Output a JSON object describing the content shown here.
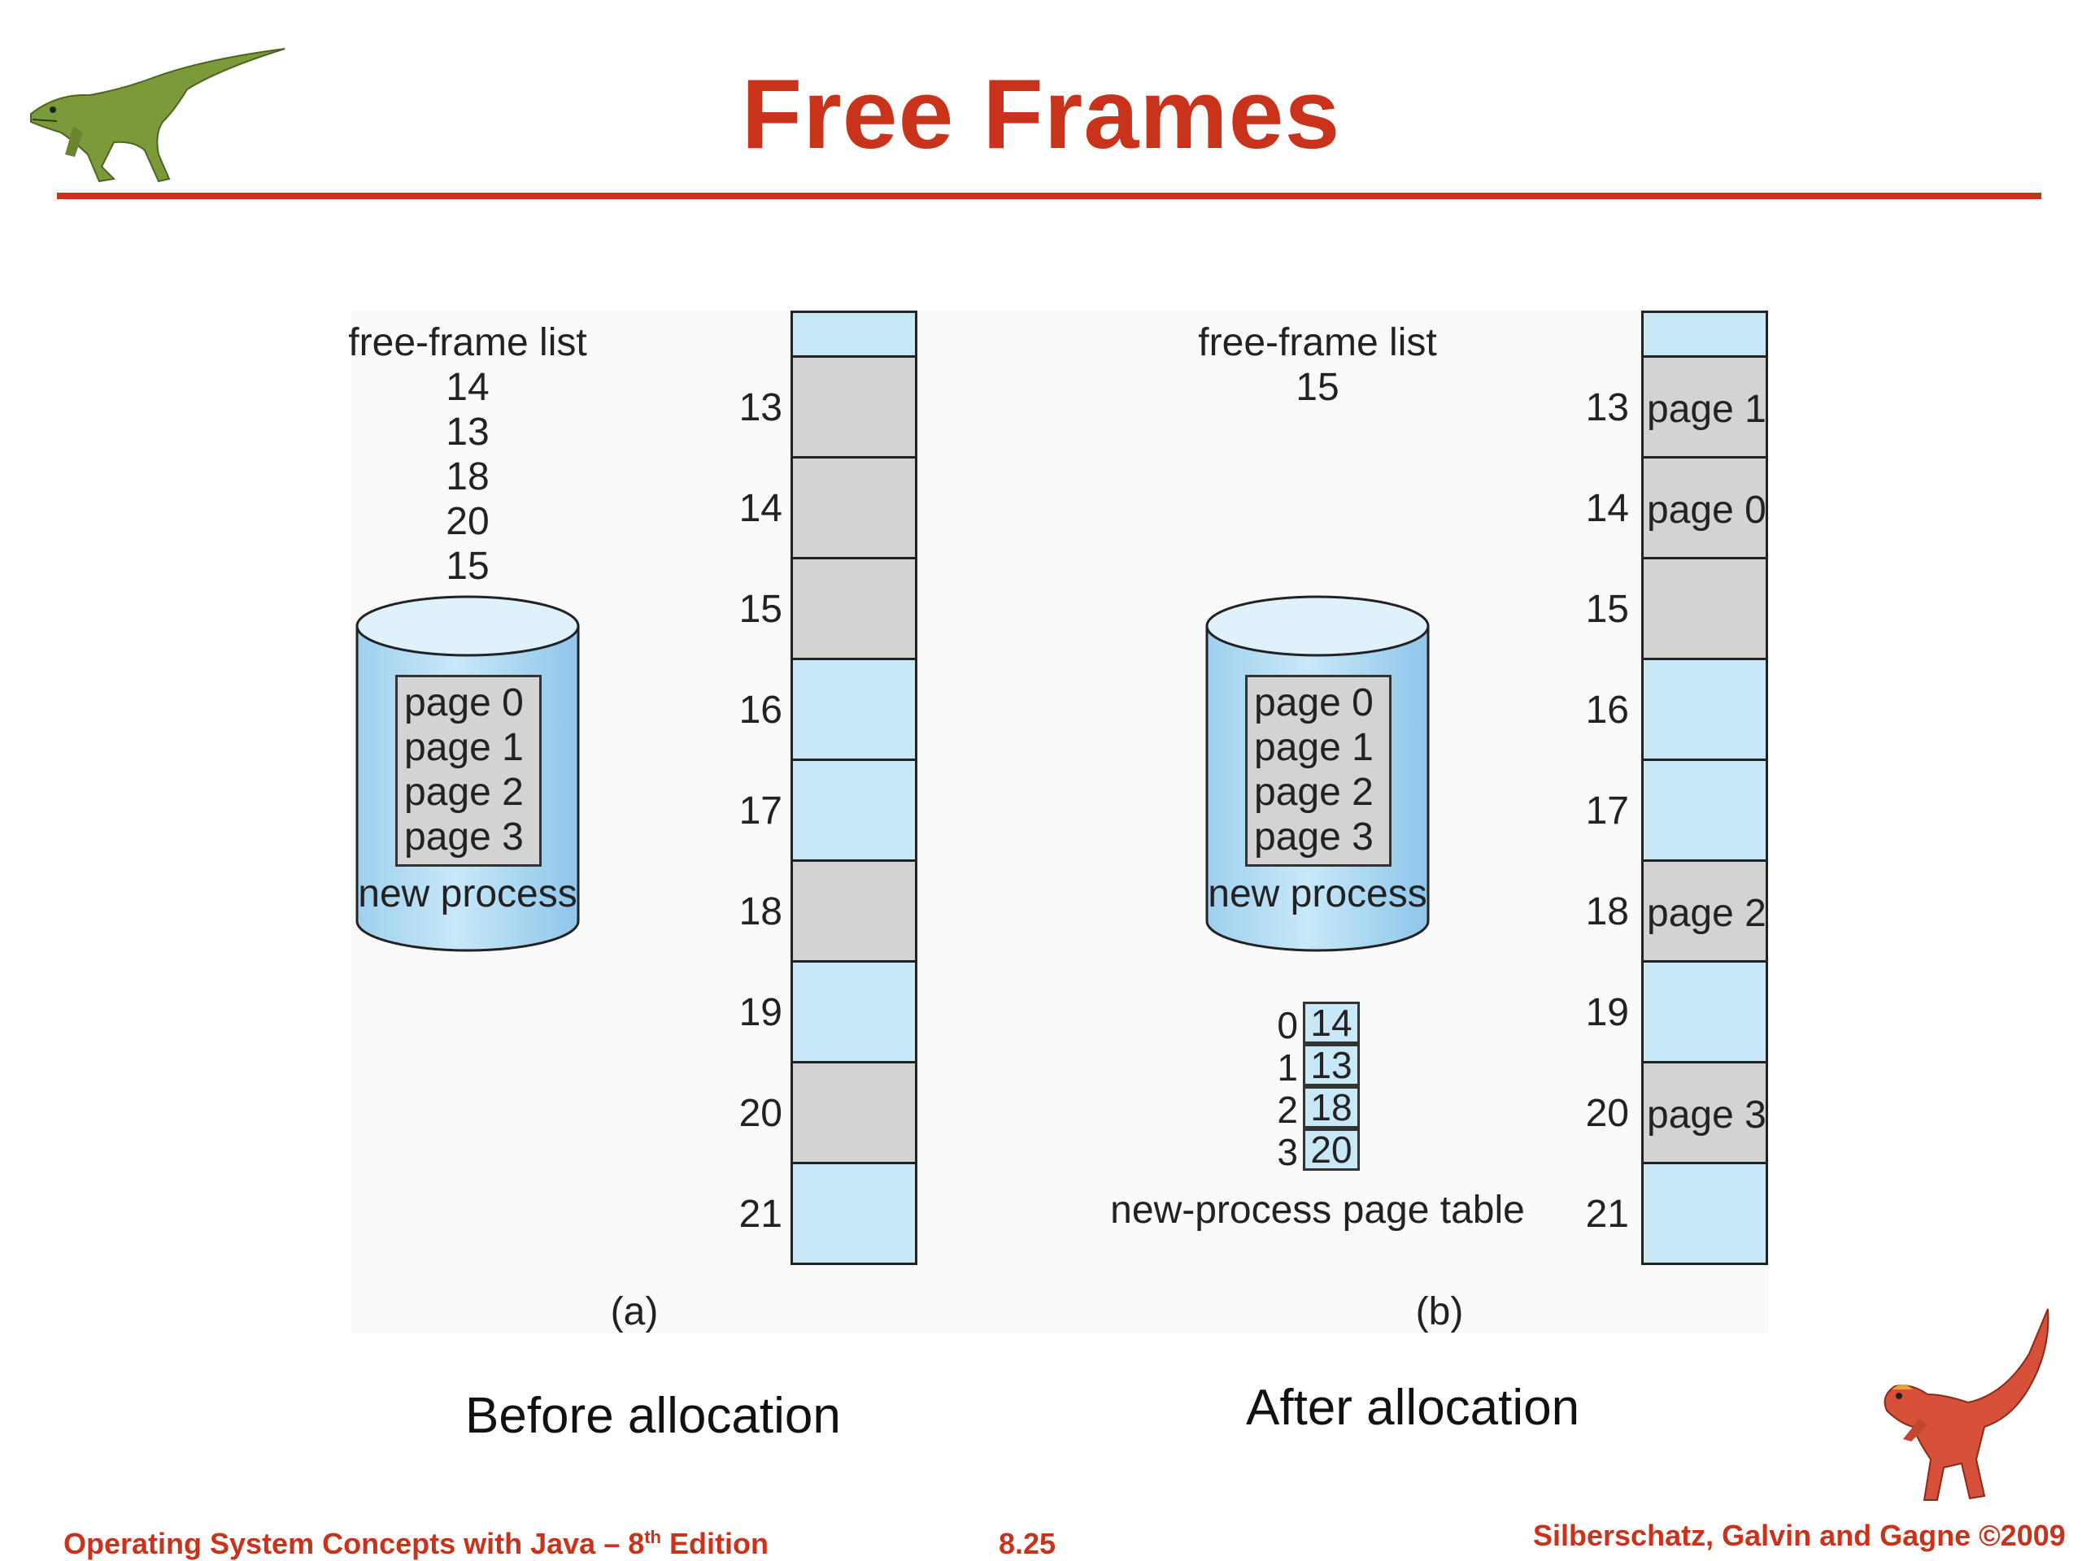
{
  "slide": {
    "title": "Free Frames",
    "caption_before": "Before allocation",
    "caption_after": "After allocation",
    "footer_left_main": "Operating System Concepts  with Java – 8",
    "footer_left_sup": "th",
    "footer_left_tail": " Edition",
    "footer_center": "8.25",
    "footer_right": "Silberschatz, Galvin and Gagne ©2009"
  },
  "figure_a": {
    "free_frame_label": "free-frame list",
    "free_frames": [
      "14",
      "13",
      "18",
      "20",
      "15"
    ],
    "process_pages": [
      "page 0",
      "page 1",
      "page 2",
      "page 3"
    ],
    "process_label": "new process",
    "frames": [
      {
        "num": "13",
        "status": "used",
        "content": ""
      },
      {
        "num": "14",
        "status": "used",
        "content": ""
      },
      {
        "num": "15",
        "status": "used",
        "content": ""
      },
      {
        "num": "16",
        "status": "free",
        "content": ""
      },
      {
        "num": "17",
        "status": "free",
        "content": ""
      },
      {
        "num": "18",
        "status": "used",
        "content": ""
      },
      {
        "num": "19",
        "status": "free",
        "content": ""
      },
      {
        "num": "20",
        "status": "used",
        "content": ""
      },
      {
        "num": "21",
        "status": "free",
        "content": ""
      }
    ],
    "sub_label": "(a)"
  },
  "figure_b": {
    "free_frame_label": "free-frame list",
    "free_frames": [
      "15"
    ],
    "process_pages": [
      "page 0",
      "page 1",
      "page 2",
      "page 3"
    ],
    "process_label": "new process",
    "page_table": {
      "indices": [
        "0",
        "1",
        "2",
        "3"
      ],
      "frames": [
        "14",
        "13",
        "18",
        "20"
      ],
      "label": "new-process page table"
    },
    "frames": [
      {
        "num": "13",
        "status": "used",
        "content": "page 1"
      },
      {
        "num": "14",
        "status": "used",
        "content": "page 0"
      },
      {
        "num": "15",
        "status": "used",
        "content": ""
      },
      {
        "num": "16",
        "status": "free",
        "content": ""
      },
      {
        "num": "17",
        "status": "free",
        "content": ""
      },
      {
        "num": "18",
        "status": "used",
        "content": "page 2"
      },
      {
        "num": "19",
        "status": "free",
        "content": ""
      },
      {
        "num": "20",
        "status": "used",
        "content": "page 3"
      },
      {
        "num": "21",
        "status": "free",
        "content": ""
      }
    ],
    "sub_label": "(b)"
  },
  "colors": {
    "accent": "#c9321b",
    "free_frame": "#c8e8f8",
    "used_frame": "#d3d3d3",
    "disk": "#b4dcf4"
  }
}
